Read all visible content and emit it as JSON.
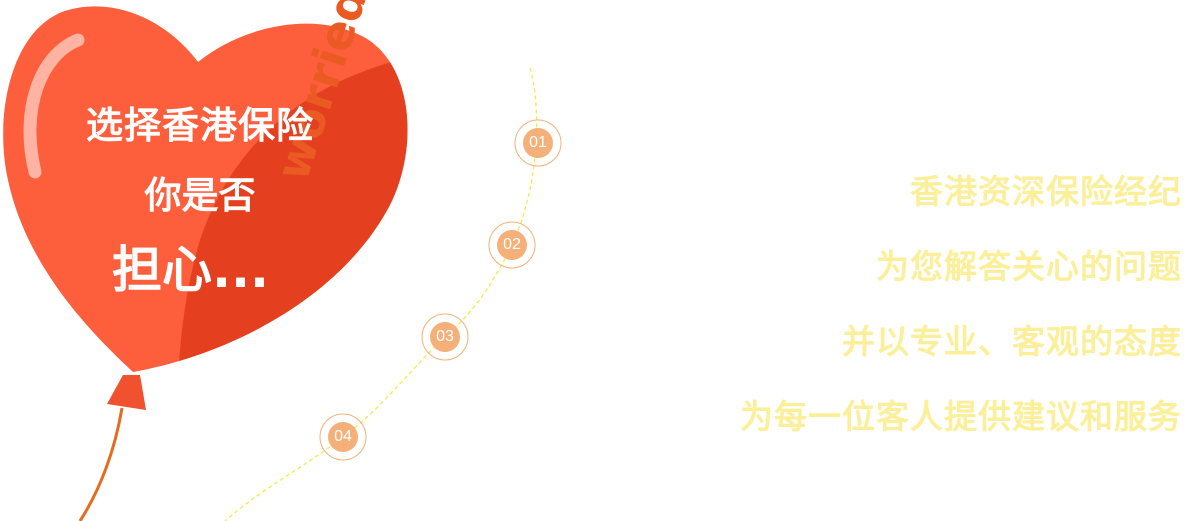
{
  "balloon": {
    "line1": "选择香港保险",
    "line2": "你是否",
    "line3": "担心...",
    "watermark": "worried"
  },
  "steps": [
    "01",
    "02",
    "03",
    "04"
  ],
  "description": [
    "香港资深保险经纪",
    "为您解答关心的问题",
    "并以专业、客观的态度",
    "为每一位客人提供建议和服务"
  ],
  "colors": {
    "balloon": "#fd5e3c",
    "balloon_shade": "#e4401f",
    "text_yellow": "#fbef9a",
    "step": "#f5b07a",
    "string": "#e86a1f"
  }
}
